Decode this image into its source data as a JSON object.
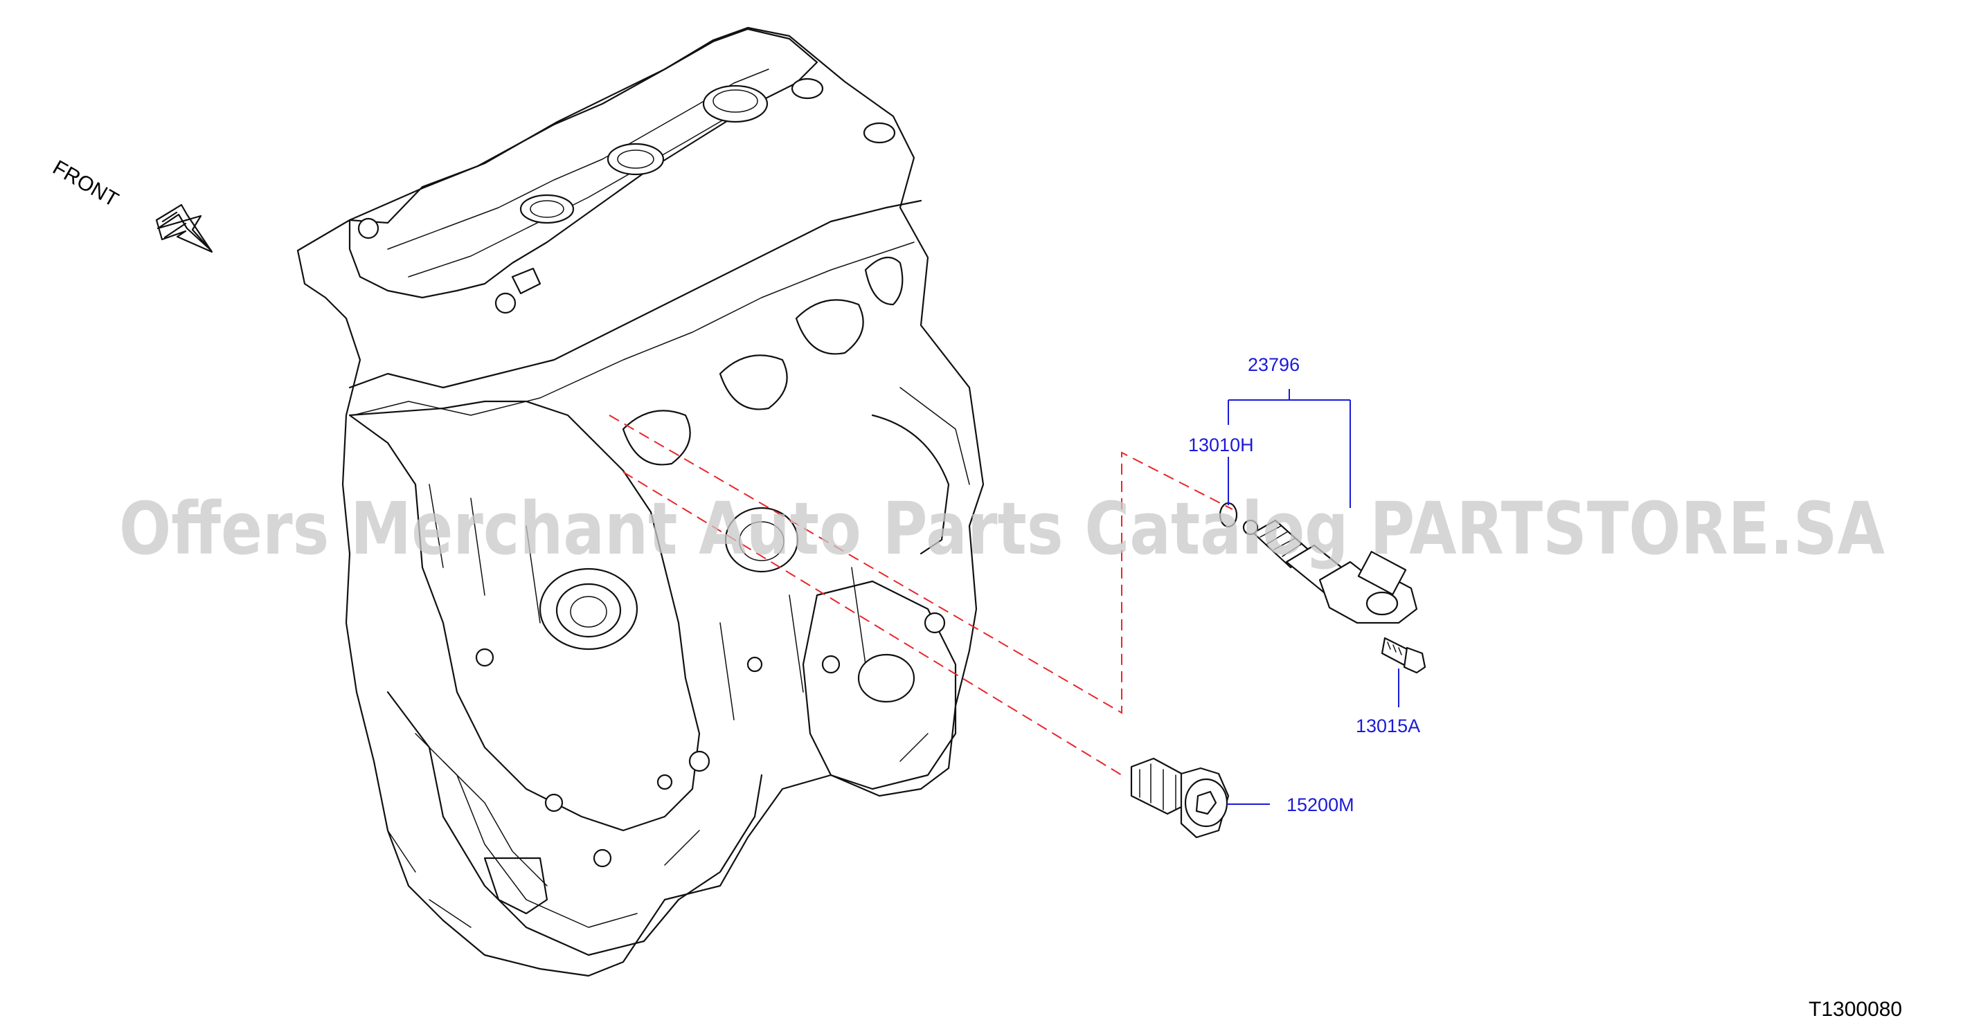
{
  "orientation_label": "FRONT",
  "watermark": "Offers Merchant Auto Parts Catalog PARTSTORE.SA",
  "diagram_code": "T1300080",
  "callouts": {
    "assembly": "23796",
    "o_ring": "13010H",
    "bolt": "13015A",
    "oil_filter": "15200M"
  },
  "colors": {
    "label_blue": "#1a1ad8",
    "guide_red": "#e8262b",
    "linework": "#111111",
    "watermark_gray": "#c9c9c9"
  }
}
